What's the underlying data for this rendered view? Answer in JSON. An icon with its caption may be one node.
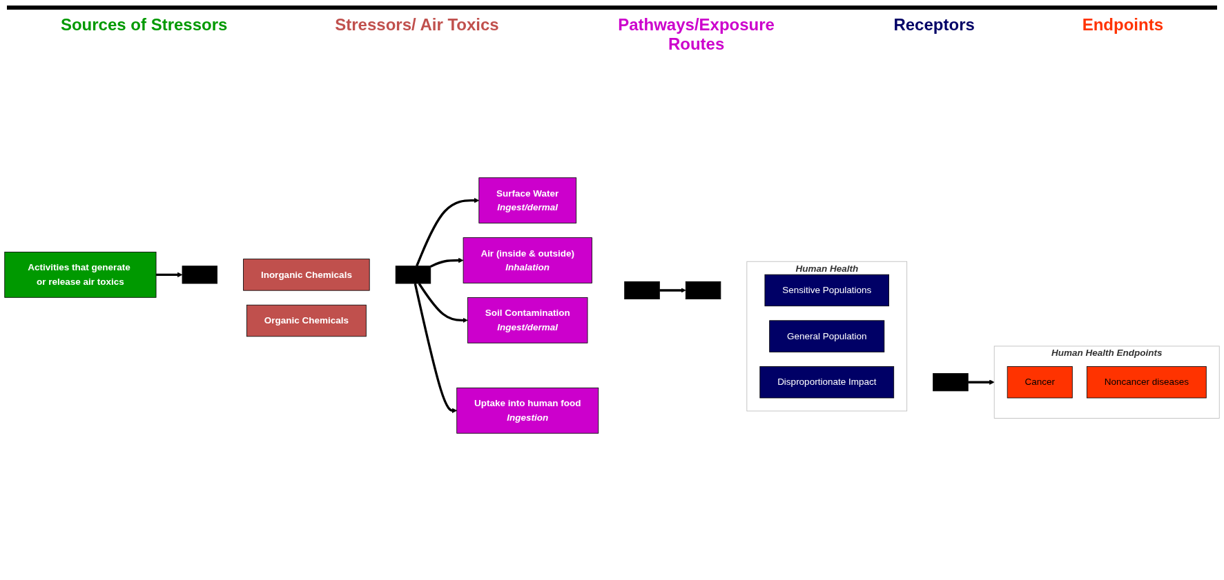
{
  "diagram": {
    "nodes": [
      {
        "text": [
          "Activities that generate or release air toxics"
        ]
      },
      {
        "text": [],
        "shape": "bar"
      },
      {
        "text": [
          "Inorganic Chemicals"
        ]
      },
      {
        "text": [
          "Organic Chemicals"
        ]
      },
      {
        "text": [],
        "shape": "bar"
      },
      {
        "text": [
          "Surface Water",
          "Ingest/dermal"
        ]
      },
      {
        "text": [
          "Air (inside & outside)",
          "Inhalation"
        ]
      },
      {
        "text": [
          "Soil Contamination",
          "Ingest/dermal"
        ]
      },
      {
        "text": [
          "Uptake into human food",
          "Ingestion"
        ]
      },
      {
        "text": [],
        "shape": "bar"
      },
      {
        "text": [],
        "shape": "bar"
      },
      {
        "text": [
          "Human Health"
        ]
      },
      {
        "text": [
          "Sensitive Populations"
        ],
        "in": 11
      },
      {
        "text": [
          "General Population"
        ],
        "in": 11
      },
      {
        "text": [
          "Disproportionate Impact"
        ],
        "in": 11
      },
      {
        "text": [],
        "shape": "bar"
      },
      {
        "text": [
          "Human Health Endpoints"
        ]
      },
      {
        "text": [
          "Cancer"
        ],
        "in": 16
      },
      {
        "text": [
          "Noncancer diseases"
        ],
        "in": 16
      }
    ],
    "edges": [
      {
        "from": 0,
        "to": 1,
        "arrow": "to"
      },
      {
        "from": 4,
        "to": 5,
        "arrow": "to"
      },
      {
        "from": 4,
        "to": 6,
        "arrow": "to"
      },
      {
        "from": 4,
        "to": 7,
        "arrow": "to"
      },
      {
        "from": 4,
        "to": 8,
        "arrow": "to"
      },
      {
        "from": 9,
        "to": 10,
        "arrow": "to"
      },
      {
        "from": 15,
        "to": 16,
        "arrow": "to"
      }
    ],
    "labels": [
      "Sources of Stressors",
      "Stressors/ Air Toxics",
      "Pathways/Exposure Routes",
      "Receptors",
      "Endpoints"
    ]
  }
}
